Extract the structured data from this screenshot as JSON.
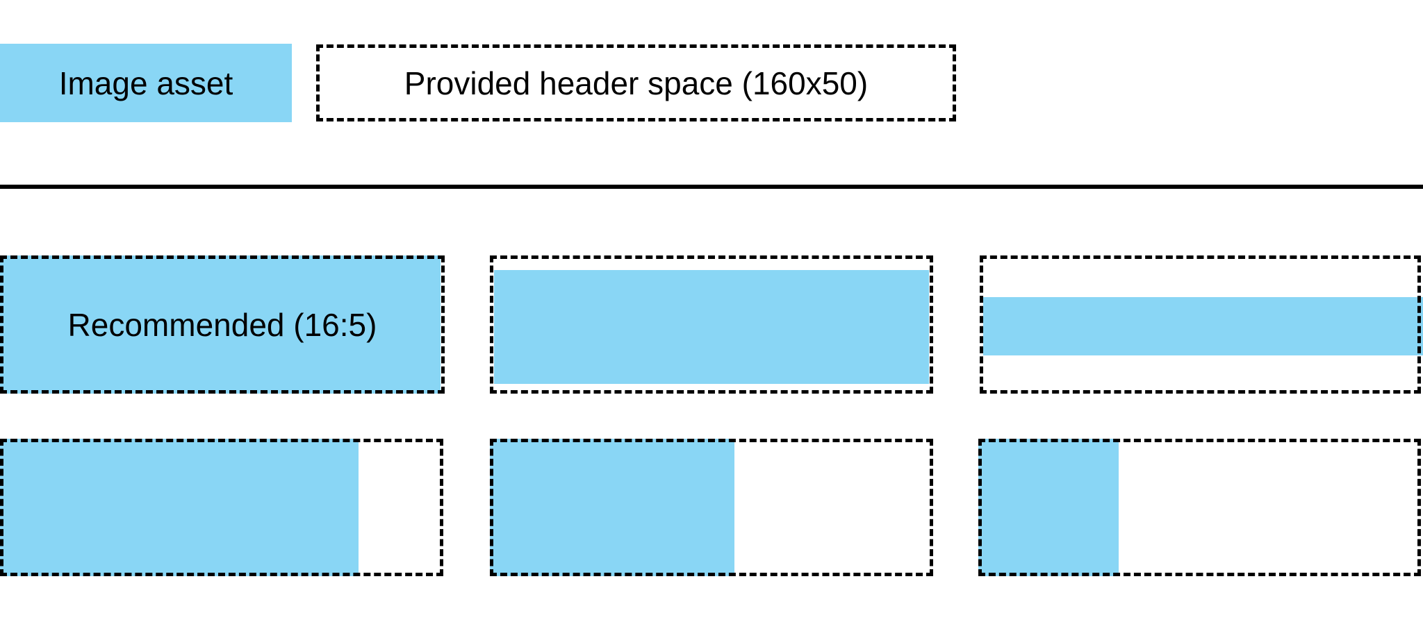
{
  "legend": {
    "asset_label": "Image asset",
    "header_space_label": "Provided header space (160x50)"
  },
  "examples": {
    "recommended_label": "Recommended (16:5)"
  },
  "colors": {
    "asset_blue": "#89D6F5",
    "border": "#000000",
    "background": "#FFFFFF",
    "text": "#000000"
  }
}
